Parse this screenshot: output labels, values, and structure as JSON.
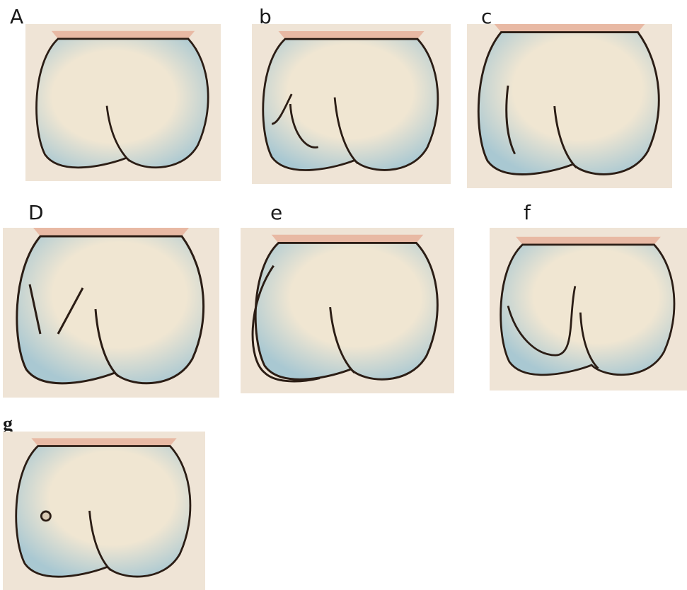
{
  "panels": [
    {
      "label": "A",
      "variant": "plain"
    },
    {
      "label": "b",
      "variant": "curved-hook-left"
    },
    {
      "label": "c",
      "variant": "single-vertical-left"
    },
    {
      "label": "D",
      "variant": "two-diverging-lines"
    },
    {
      "label": "e",
      "variant": "left-edge-double-outline"
    },
    {
      "label": "f",
      "variant": "u-loop-left"
    },
    {
      "label": "g",
      "variant": "small-circle-left"
    }
  ],
  "colors": {
    "background_card": "#efe4d6",
    "cup_fill_edge": "#a9c8d2",
    "cup_fill_center": "#f0e6d2",
    "outline": "#2b1d15",
    "rim": "#e8b9a4"
  }
}
